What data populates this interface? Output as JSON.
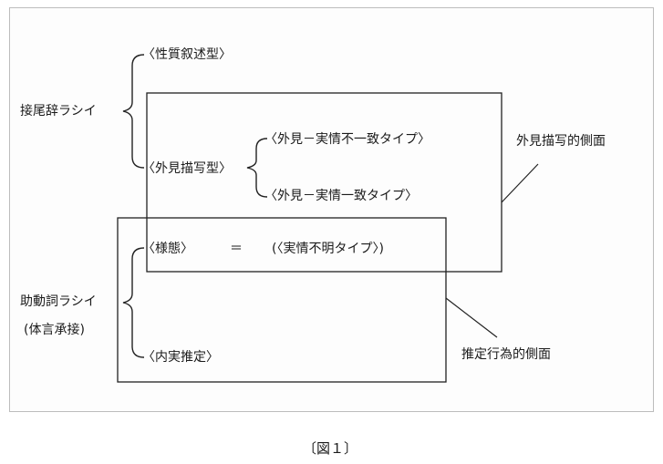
{
  "diagram": {
    "nodes": {
      "setsubi_rashii": "接尾辞ラシイ",
      "seishitsu_jojutsu": "〈性質叙述型〉",
      "gaiken_byosha": "〈外見描写型〉",
      "fuicchi": "〈外見－実情不一致タイプ〉",
      "icchi": "〈外見－実情一致タイプ〉",
      "gaiken_byosha_sokumen": "外見描写的側面",
      "yotai": "〈様態〉",
      "equals": "＝",
      "jitsujo_fumei": "(〈実情不明タイプ〉)",
      "jodoshi_rashii": "助動詞ラシイ",
      "taigen_shosetsu": "(体言承接)",
      "naijitsu_suitei": "〈内実推定〉",
      "suitei_koi_sokumen": "推定行為的側面"
    },
    "caption": "〔図１〕"
  }
}
